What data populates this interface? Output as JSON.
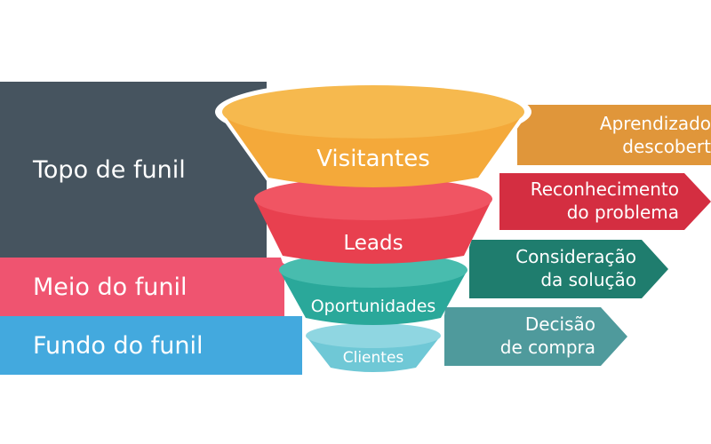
{
  "bands": {
    "top": "Topo de funil",
    "middle": "Meio do funil",
    "bottom": "Fundo do funil"
  },
  "funnel": {
    "stages": [
      "Visitantes",
      "Leads",
      "Oportunidades",
      "Clientes"
    ]
  },
  "arrows": [
    {
      "line1": "Aprendizado",
      "line2": "descobert"
    },
    {
      "line1": "Reconhecimento",
      "line2": "do problema"
    },
    {
      "line1": "Consideração",
      "line2": "da solução"
    },
    {
      "line1": "Decisão",
      "line2": "de compra"
    }
  ],
  "colors": {
    "dark_band": "#46545f",
    "pink_band": "#ef5470",
    "blue_band": "#43a9de",
    "orange": "#f4a93a",
    "red": "#e8404f",
    "teal": "#2aa89a",
    "light_blue": "#6fc8d6",
    "arrow_orange": "#e0963a",
    "arrow_red": "#d42e41",
    "arrow_teal": "#1f7d6e",
    "arrow_slate": "#4f9a9c"
  }
}
